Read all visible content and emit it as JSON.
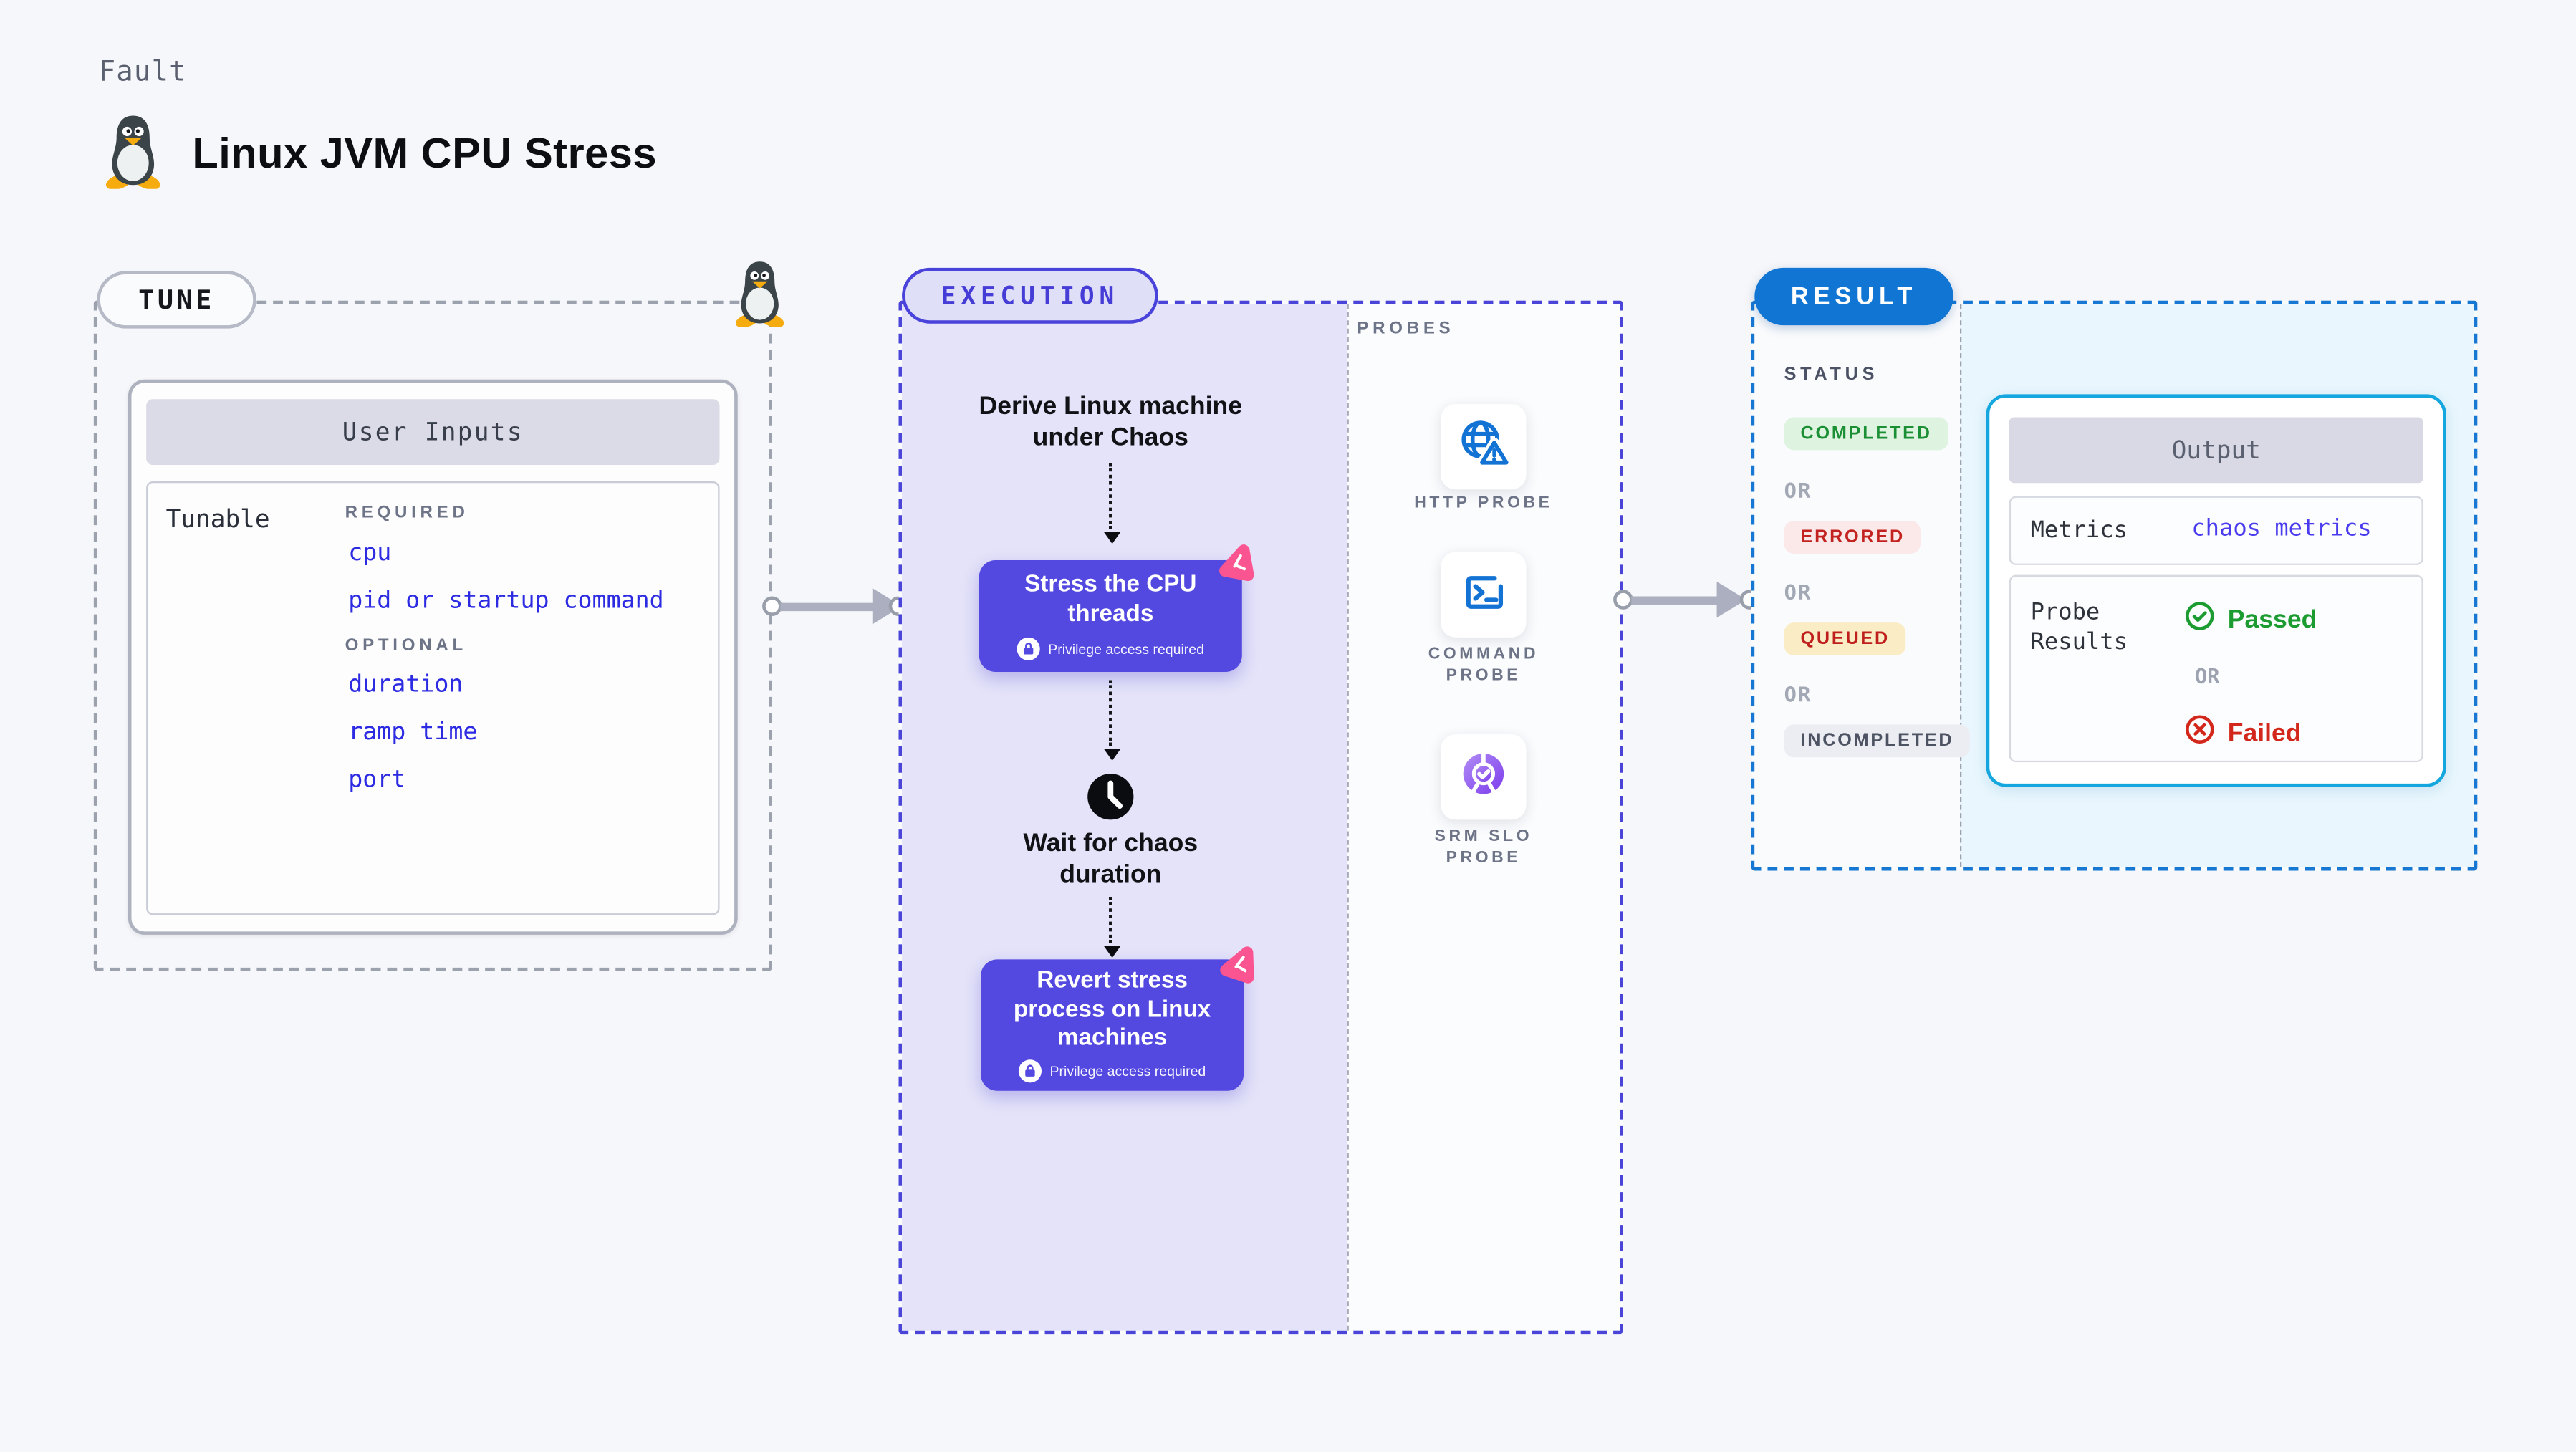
{
  "page": {
    "kicker": "Fault",
    "title": "Linux JVM CPU Stress"
  },
  "colors": {
    "page_bg": "#F6F7FA",
    "execution_fill": "#E4E3F9",
    "execution_accent": "#4A43DB",
    "node_indigo": "#5348E0",
    "param_blue": "#2D2BE2",
    "result_blue": "#1176D3",
    "output_border_cyan": "#14A7DF",
    "sticker_pink": "#FA5590",
    "probe_icon_blue": "#1273D4",
    "srm_purple": "#7C3BEC",
    "passed_green": "#1C9C30",
    "failed_red": "#D3271B"
  },
  "tune": {
    "badge": "TUNE",
    "card_title": "User Inputs",
    "row_label": "Tunable",
    "required_label": "REQUIRED",
    "optional_label": "OPTIONAL",
    "required_params": [
      "cpu",
      "pid or startup command"
    ],
    "optional_params": [
      "duration",
      "ramp time",
      "port"
    ]
  },
  "execution": {
    "badge": "EXECUTION",
    "derive_step": "Derive Linux machine\nunder Chaos",
    "stress_step": "Stress the CPU\nthreads",
    "wait_step": "Wait for chaos\nduration",
    "revert_step": "Revert stress\nprocess on Linux\nmachines",
    "privilege_note": "Privilege access required"
  },
  "probes": {
    "label": "PROBES",
    "items": [
      {
        "name": "http-probe",
        "label": "HTTP PROBE"
      },
      {
        "name": "command-probe",
        "label": "COMMAND\nPROBE"
      },
      {
        "name": "srm-slo-probe",
        "label": "SRM SLO\nPROBE"
      }
    ]
  },
  "result": {
    "badge": "RESULT",
    "status_label": "STATUS",
    "or_label": "OR",
    "statuses": [
      {
        "label": "COMPLETED",
        "style": "background:#DFF3E1;color:#1A8F33"
      },
      {
        "label": "ERRORED",
        "style": "background:#FBE9E9;color:#C32320"
      },
      {
        "label": "QUEUED",
        "style": "background:#FAEDC6;color:#BF1F1C"
      },
      {
        "label": "INCOMPLETED",
        "style": "background:#ECEDF3;color:#4D5362"
      }
    ],
    "output": {
      "title": "Output",
      "metrics_label": "Metrics",
      "metrics_value": "chaos metrics",
      "probe_results_label": "Probe\nResults",
      "passed_label": "Passed",
      "or_label": "OR",
      "failed_label": "Failed"
    }
  }
}
